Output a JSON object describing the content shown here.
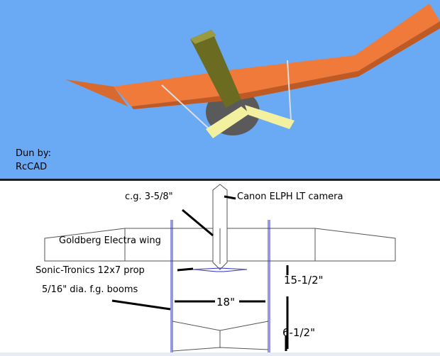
{
  "render": {
    "credit_line1": "Dun by:",
    "credit_line2": "RcCAD",
    "background_color": "#6aaaf5",
    "wing_color": "#f07a3a"
  },
  "plan": {
    "labels": {
      "cg": "c.g. 3-5/8\"",
      "camera": "Canon ELPH LT camera",
      "wing": "Goldberg Electra wing",
      "prop": "Sonic-Tronics 12x7 prop",
      "booms": "5/16\" dia. f.g. booms",
      "boom_spacing": "18\"",
      "wing_to_tail": "15-1/2\"",
      "tail_chord": "6-1/2\""
    },
    "boom_color": "#3030c0"
  }
}
